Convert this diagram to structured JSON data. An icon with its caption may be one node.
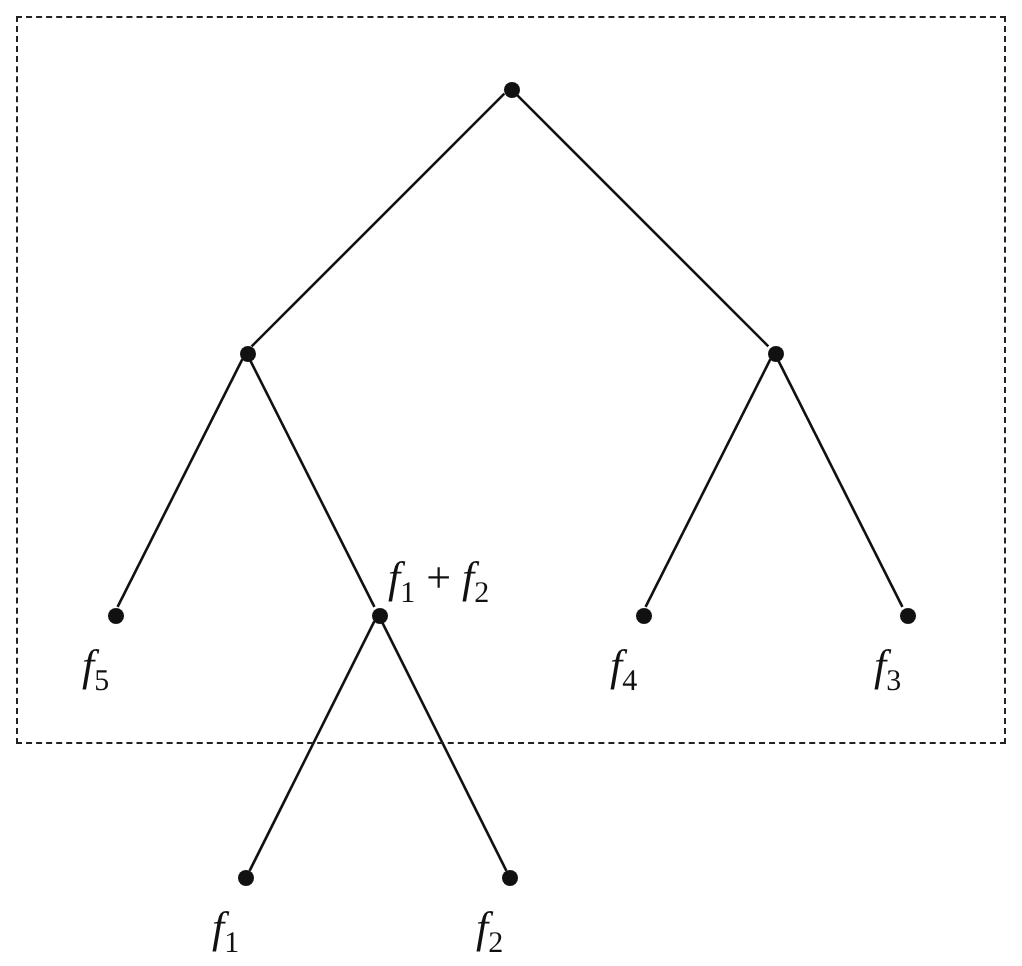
{
  "diagram": {
    "nodes": [
      {
        "text": [],
        "shape": "box"
      },
      {
        "text": [],
        "shape": "circle",
        "in": 0
      },
      {
        "text": [],
        "shape": "circle",
        "in": 0
      },
      {
        "text": [],
        "shape": "circle",
        "in": 0
      },
      {
        "text": [],
        "shape": "circle",
        "in": 0,
        "beside": [
          "*f*$_{5}$"
        ]
      },
      {
        "text": [],
        "shape": "circle",
        "in": 0,
        "beside": [
          "*f*$_{1}$ + *f*$_{2}$"
        ]
      },
      {
        "text": [],
        "shape": "circle",
        "in": 0,
        "beside": [
          "*f*$_{4}$"
        ]
      },
      {
        "text": [],
        "shape": "circle",
        "in": 0,
        "beside": [
          "*f*$_{3}$"
        ]
      },
      {
        "text": [],
        "shape": "circle",
        "beside": [
          "*f*$_{1}$"
        ]
      },
      {
        "text": [],
        "shape": "circle",
        "beside": [
          "*f*$_{2}$"
        ]
      }
    ],
    "edges": [
      {
        "from": 1,
        "to": 2,
        "arrow": "none"
      },
      {
        "from": 1,
        "to": 3,
        "arrow": "none"
      },
      {
        "from": 2,
        "to": 4,
        "arrow": "none"
      },
      {
        "from": 2,
        "to": 5,
        "arrow": "none"
      },
      {
        "from": 3,
        "to": 6,
        "arrow": "none"
      },
      {
        "from": 3,
        "to": 7,
        "arrow": "none"
      },
      {
        "from": 5,
        "to": 8,
        "arrow": "none"
      },
      {
        "from": 5,
        "to": 9,
        "arrow": "none"
      }
    ]
  }
}
